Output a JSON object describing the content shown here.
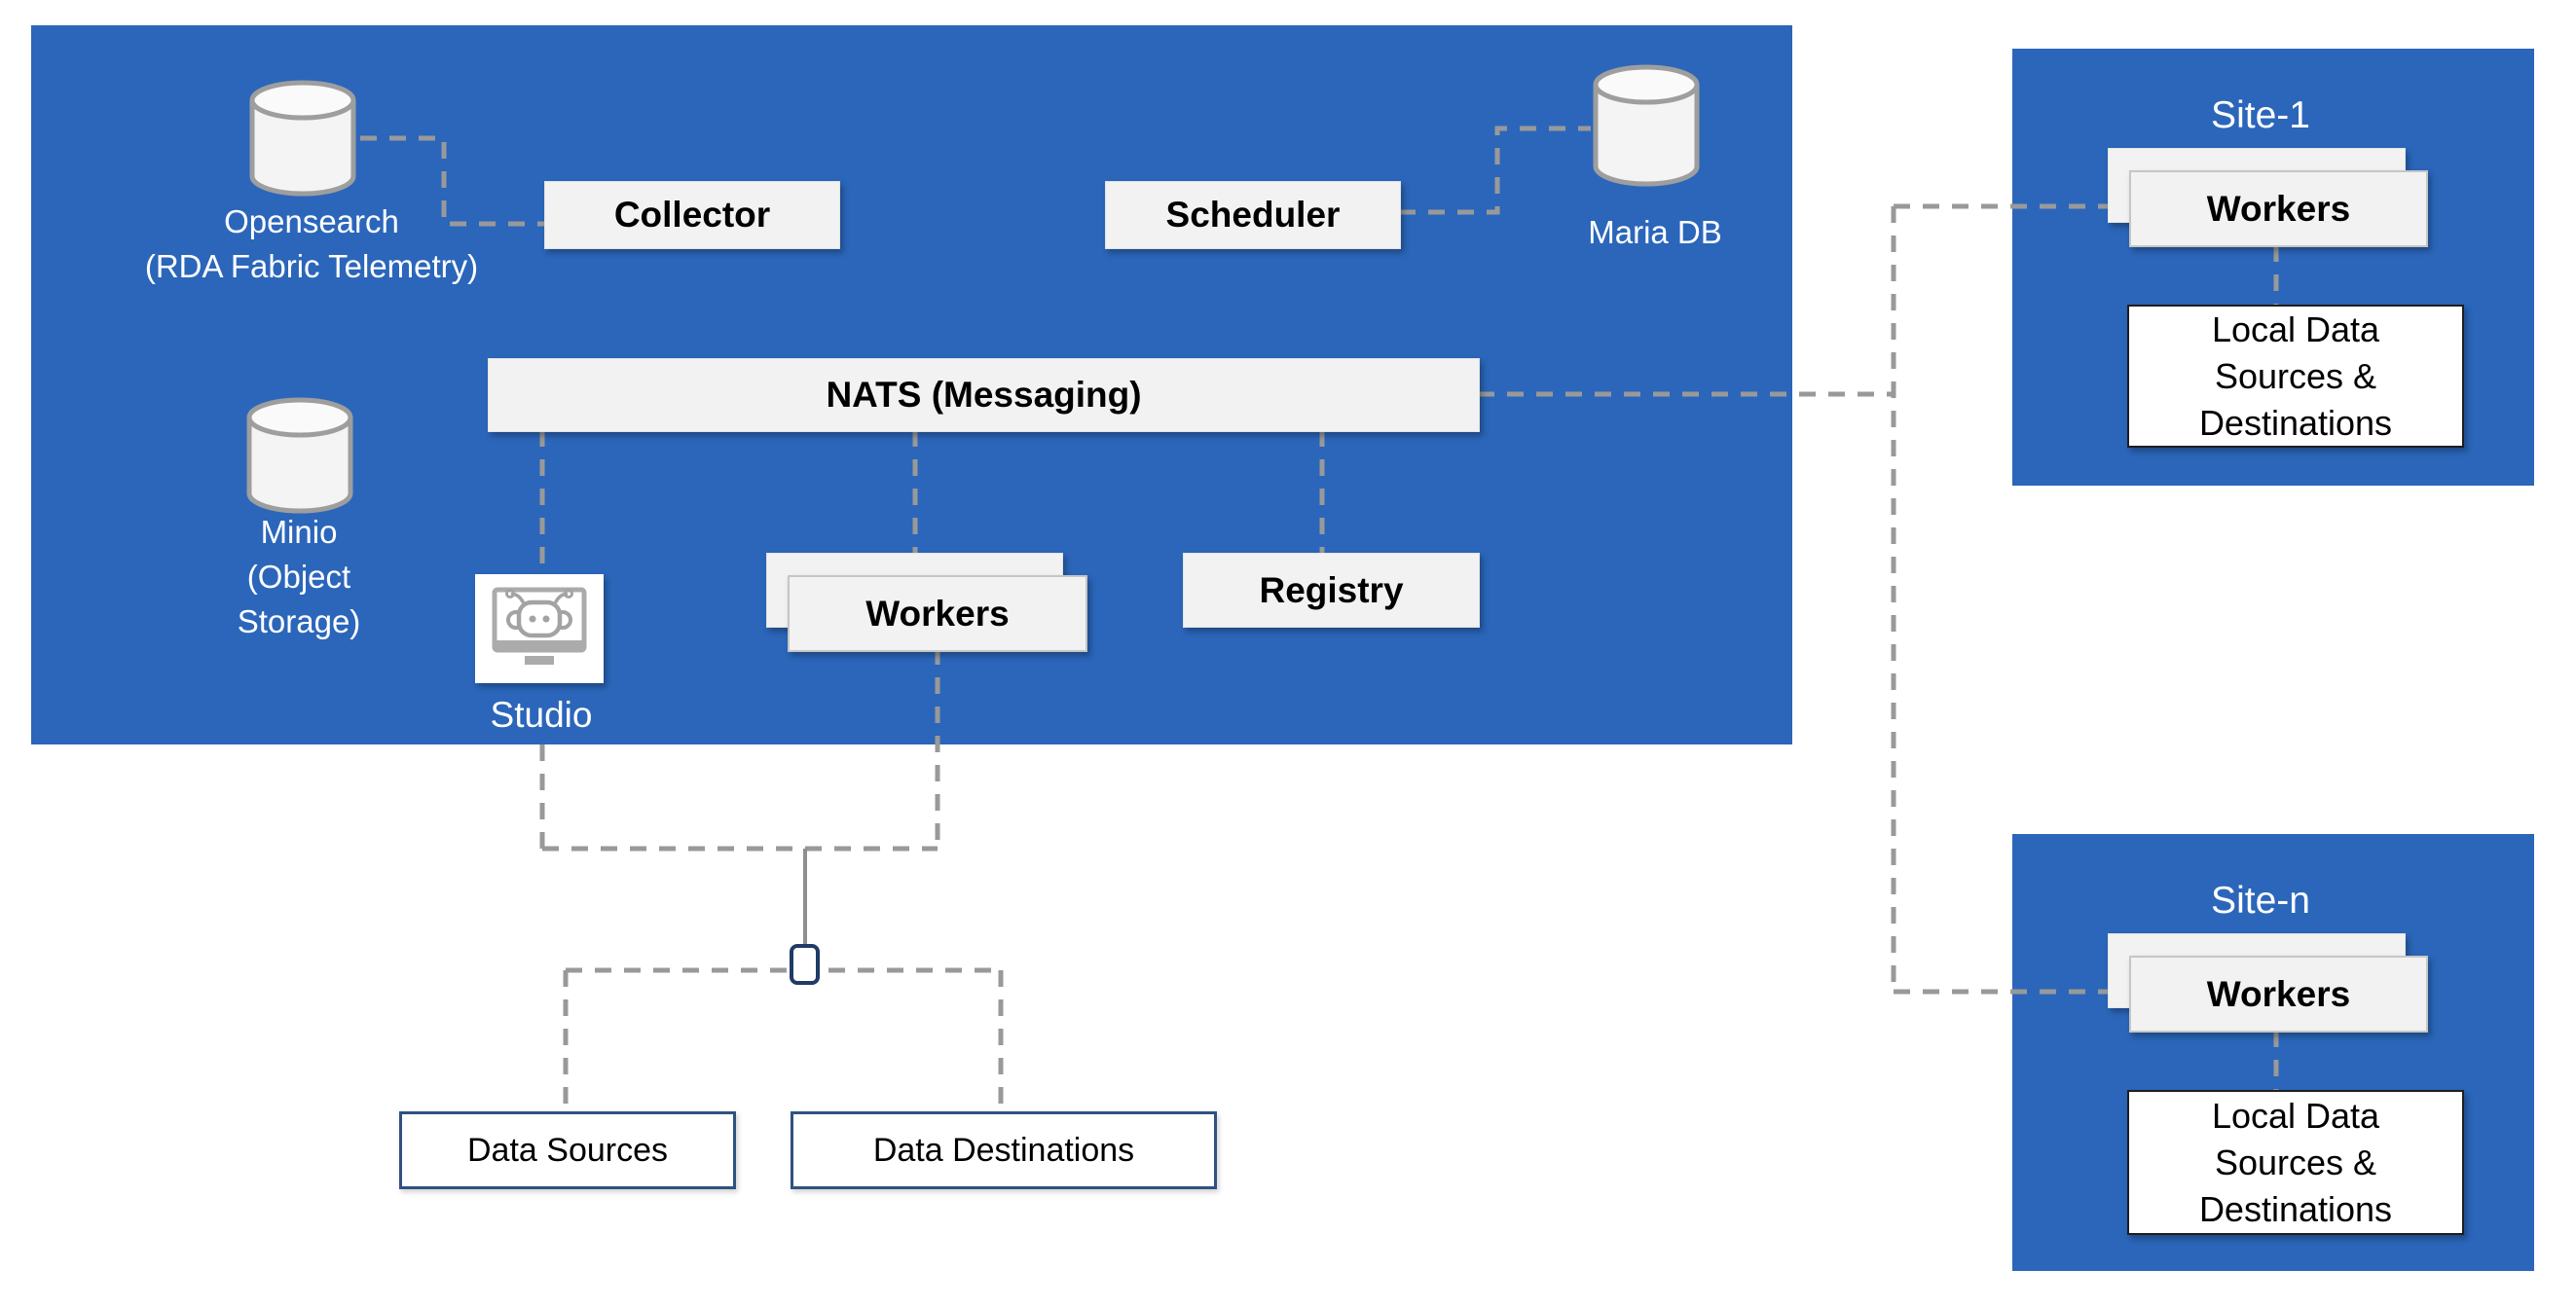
{
  "colors": {
    "cluster_blue": "#2B66BA",
    "node_gray": "#F2F2F2",
    "connector_gray": "#999999",
    "solid_connector_gray": "#8F8F8F",
    "navy_border": "#2F5280",
    "port_border": "#1F3B66",
    "text_dark": "#000000",
    "text_light": "#FFFFFF"
  },
  "icons": {
    "opensearch": "database-cylinder-icon",
    "minio": "database-cylinder-icon",
    "mariadb": "database-cylinder-icon",
    "studio": "robot-monitor-icon"
  },
  "main_cluster": {
    "opensearch": {
      "line1": "Opensearch",
      "line2": "(RDA Fabric Telemetry)"
    },
    "collector": {
      "label": "Collector"
    },
    "scheduler": {
      "label": "Scheduler"
    },
    "mariadb": {
      "label": "Maria DB"
    },
    "nats": {
      "label": "NATS (Messaging)"
    },
    "minio": {
      "line1": "Minio",
      "line2": "(Object",
      "line3": "Storage)"
    },
    "studio": {
      "label": "Studio"
    },
    "workers": {
      "label": "Workers"
    },
    "registry": {
      "label": "Registry"
    }
  },
  "sites": [
    {
      "title": "Site-1",
      "workers_label": "Workers",
      "local_data": {
        "line1": "Local Data",
        "line2": "Sources &",
        "line3": "Destinations"
      }
    },
    {
      "title": "Site-n",
      "workers_label": "Workers",
      "local_data": {
        "line1": "Local Data",
        "line2": "Sources &",
        "line3": "Destinations"
      }
    }
  ],
  "external": {
    "data_sources": "Data Sources",
    "data_destinations": "Data Destinations"
  }
}
